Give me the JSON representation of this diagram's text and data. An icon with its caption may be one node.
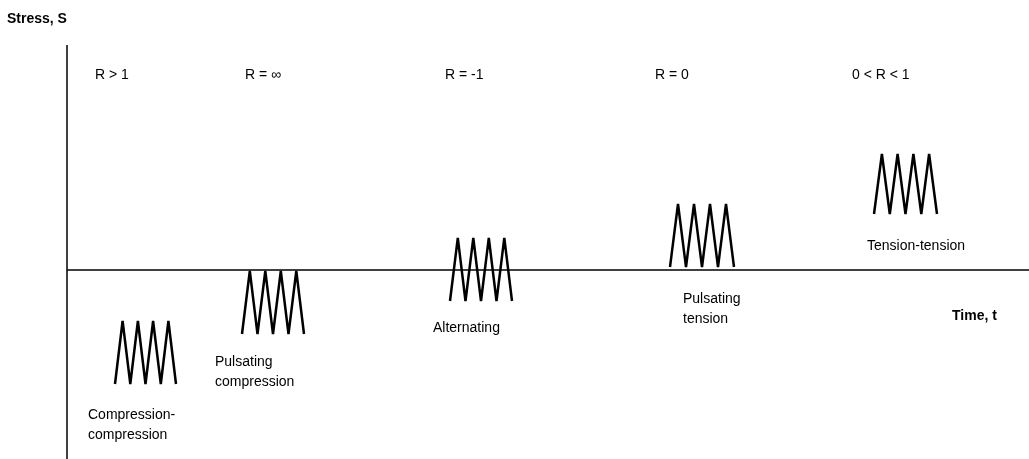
{
  "diagram": {
    "labels": [
      "Stress, S",
      "R > 1",
      "R = ∞",
      "R = -1",
      "R = 0",
      "0 < R < 1",
      "Tension-tension",
      "Time, t",
      "Pulsating tension",
      "Alternating",
      "Pulsating compression",
      "Compression- compression"
    ]
  }
}
